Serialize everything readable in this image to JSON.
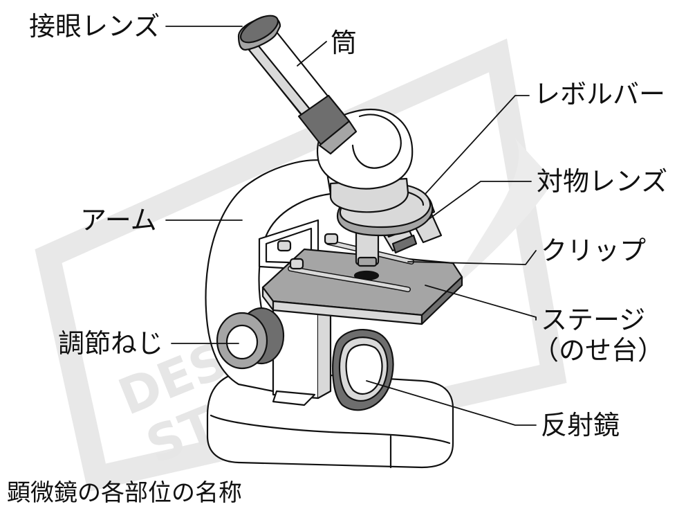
{
  "labels": {
    "eyepiece": "接眼レンズ",
    "tube": "筒",
    "revolver": "レボルバー",
    "objective": "対物レンズ",
    "arm": "アーム",
    "clip": "クリップ",
    "stage_line1": "ステージ",
    "stage_line2": "（のせ台）",
    "focus_knob": "調節ねじ",
    "mirror": "反射鏡"
  },
  "caption": "顕微鏡の各部位の名称",
  "watermark": {
    "line1": "DESIGN",
    "line2": "STUDIO"
  },
  "colors": {
    "ink": "#111111",
    "dark_gray": "#6e6e6e",
    "mid_gray": "#a5a5a5",
    "light_gray": "#d9d9d9",
    "watermark": "#e6e6e6"
  }
}
